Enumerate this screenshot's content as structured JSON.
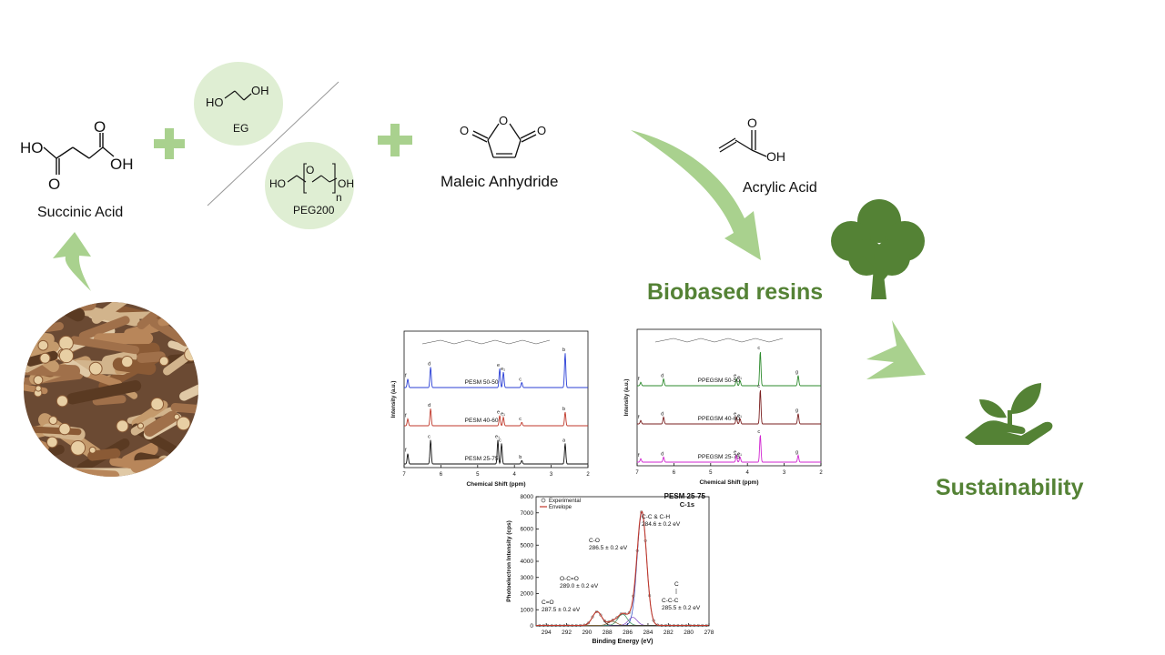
{
  "reagents": {
    "succinic": {
      "label": "Succinic Acid",
      "oh_top": "HO",
      "oh_right": "OH",
      "o_top": "O",
      "o_bottom": "O"
    },
    "eg": {
      "label": "EG",
      "ho": "HO",
      "oh": "OH"
    },
    "peg": {
      "label": "PEG200",
      "ho": "HO",
      "oh": "OH",
      "o": "O",
      "n": "n"
    },
    "maleic": {
      "label": "Maleic Anhydride",
      "o": "O"
    },
    "acrylic": {
      "label": "Acrylic Acid",
      "o": "O",
      "oh": "OH"
    }
  },
  "titles": {
    "biobased": "Biobased resins",
    "sustainability": "Sustainability"
  },
  "colors": {
    "accent": "#548235",
    "arrow": "#a9d18e",
    "circle": "#dfeed3",
    "icon": "#548235"
  },
  "nmr_left": {
    "x_label": "Chemical Shift (ppm)",
    "y_label": "Intensity (a.u.)",
    "x_ticks": [
      "7",
      "6",
      "5",
      "4",
      "3",
      "2"
    ],
    "x_range": [
      7,
      2
    ],
    "spectra": [
      {
        "name": "PESM 50-50",
        "color": "#2a3fd6",
        "peaks": [
          [
            6.9,
            0.25
          ],
          [
            6.28,
            0.6
          ],
          [
            4.4,
            0.55
          ],
          [
            4.3,
            0.45
          ],
          [
            3.8,
            0.15
          ],
          [
            2.62,
            1.0
          ]
        ],
        "labels": [
          "f",
          "d",
          "e",
          "e₁",
          "c",
          "b",
          "a"
        ]
      },
      {
        "name": "PESM 40-60",
        "color": "#c0392b",
        "peaks": [
          [
            6.9,
            0.2
          ],
          [
            6.28,
            0.5
          ],
          [
            4.4,
            0.3
          ],
          [
            4.3,
            0.25
          ],
          [
            3.8,
            0.1
          ],
          [
            2.62,
            0.4
          ]
        ],
        "labels": [
          "f",
          "d",
          "e",
          "e₁",
          "c",
          "b",
          "a"
        ]
      },
      {
        "name": "PESM 25-75",
        "color": "#111111",
        "peaks": [
          [
            6.9,
            0.3
          ],
          [
            6.28,
            0.7
          ],
          [
            4.45,
            0.7
          ],
          [
            4.35,
            0.6
          ],
          [
            3.8,
            0.1
          ],
          [
            2.62,
            0.6
          ]
        ],
        "labels": [
          "f",
          "c",
          "e₁",
          "c",
          "b",
          "a"
        ]
      }
    ]
  },
  "nmr_right": {
    "x_label": "Chemical Shift (ppm)",
    "y_label": "Intensity (a.u.)",
    "x_ticks": [
      "7",
      "6",
      "5",
      "4",
      "3",
      "2"
    ],
    "x_range": [
      7,
      2
    ],
    "spectra": [
      {
        "name": "PPEGSM 50-50",
        "color": "#2e8b2e",
        "peaks": [
          [
            6.9,
            0.1
          ],
          [
            6.28,
            0.2
          ],
          [
            4.3,
            0.2
          ],
          [
            4.2,
            0.15
          ],
          [
            3.65,
            1.0
          ],
          [
            2.62,
            0.3
          ]
        ],
        "labels": [
          "f",
          "d",
          "e",
          "e₁",
          "c",
          "g",
          "a"
        ]
      },
      {
        "name": "PPEGSM 40-60",
        "color": "#7a1f1f",
        "peaks": [
          [
            6.9,
            0.1
          ],
          [
            6.28,
            0.2
          ],
          [
            4.3,
            0.2
          ],
          [
            4.2,
            0.15
          ],
          [
            3.65,
            1.0
          ],
          [
            2.62,
            0.3
          ]
        ],
        "labels": [
          "f",
          "d",
          "e",
          "e₁",
          "c",
          "g",
          "a"
        ]
      },
      {
        "name": "PPEGSM 25-75",
        "color": "#d126d1",
        "peaks": [
          [
            6.9,
            0.1
          ],
          [
            6.28,
            0.15
          ],
          [
            4.3,
            0.2
          ],
          [
            4.2,
            0.15
          ],
          [
            3.65,
            0.8
          ],
          [
            2.62,
            0.2
          ]
        ],
        "labels": [
          "f",
          "d",
          "e",
          "e₁",
          "c",
          "g",
          "a"
        ]
      }
    ]
  },
  "xps": {
    "title": "PESM 25-75",
    "subtitle": "C-1s",
    "x_label": "Binding Energy (eV)",
    "y_label": "Photoelectron Intensity (cps)",
    "x_ticks": [
      "294",
      "292",
      "290",
      "288",
      "286",
      "284",
      "282",
      "280",
      "278"
    ],
    "y_ticks": [
      "0",
      "1000",
      "2000",
      "3000",
      "4000",
      "5000",
      "6000",
      "7000",
      "8000"
    ],
    "x_range": [
      295,
      278
    ],
    "y_range": [
      0,
      8000
    ],
    "legend": [
      "Experimental",
      "Envelope"
    ],
    "peaks": [
      {
        "center": 284.6,
        "height": 7000,
        "width": 0.65,
        "label": "C-C & C-H",
        "value": "284.6 ± 0.2 eV"
      },
      {
        "center": 285.5,
        "height": 500,
        "width": 0.6,
        "label": "C-C-C",
        "label_top": "C",
        "value": "285.5 ± 0.2 eV"
      },
      {
        "center": 286.5,
        "height": 700,
        "width": 0.65,
        "label": "C-O",
        "value": "286.5 ± 0.2 eV"
      },
      {
        "center": 287.5,
        "height": 250,
        "width": 0.6,
        "label": "C=O",
        "value": "287.5 ± 0.2 eV"
      },
      {
        "center": 289.0,
        "height": 850,
        "width": 0.65,
        "label": "O-C=O",
        "value": "289.0 ± 0.2 eV"
      }
    ]
  }
}
